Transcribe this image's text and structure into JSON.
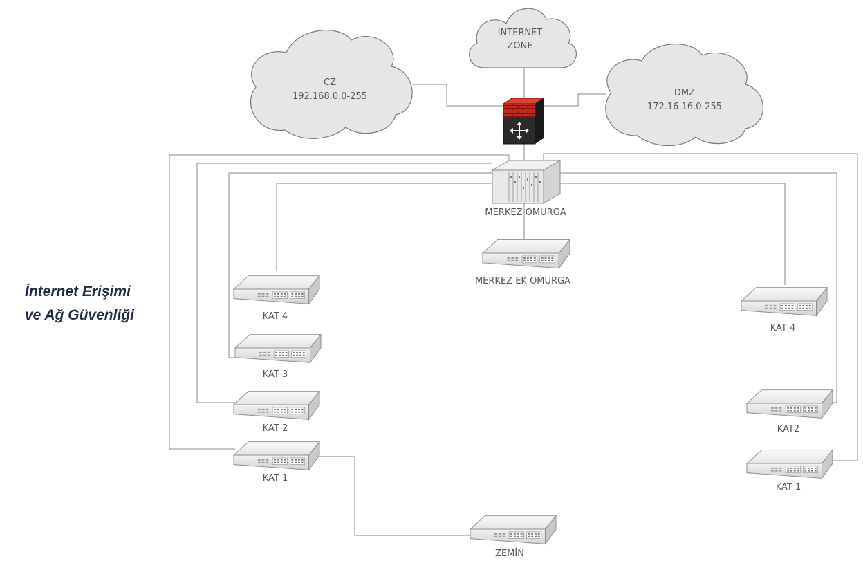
{
  "title_lines": [
    "İnternet Erişimi",
    "ve Ağ Güvenliği"
  ],
  "clouds": {
    "internet": [
      "INTERNET",
      "ZONE"
    ],
    "cz": [
      "CZ",
      "192.168.0.0-255"
    ],
    "dmz": [
      "DMZ",
      "172.16.16.0-255"
    ]
  },
  "core": {
    "label": "MERKEZ OMURGA"
  },
  "switches": {
    "ek_omurga": "MERKEZ EK OMURGA",
    "left_kat4": "KAT 4",
    "left_kat3": "KAT 3",
    "left_kat2": "KAT 2",
    "left_kat1": "KAT 1",
    "zemin": "ZEMİN",
    "right_kat4": "KAT 4",
    "right_kat2": "KAT2",
    "right_kat1": "KAT 1"
  },
  "colors": {
    "line": "#8a8a8a",
    "cloud_fill": "#e6e6e6",
    "cloud_stroke": "#7a7a7a",
    "firewall_brick": "#c8281e",
    "firewall_body": "#2b2b2b",
    "title": "#1f2a44"
  },
  "icons": {
    "firewall": "firewall-router-icon",
    "core": "core-switch-chassis-icon",
    "switch": "network-switch-icon",
    "cloud": "network-cloud-icon"
  }
}
